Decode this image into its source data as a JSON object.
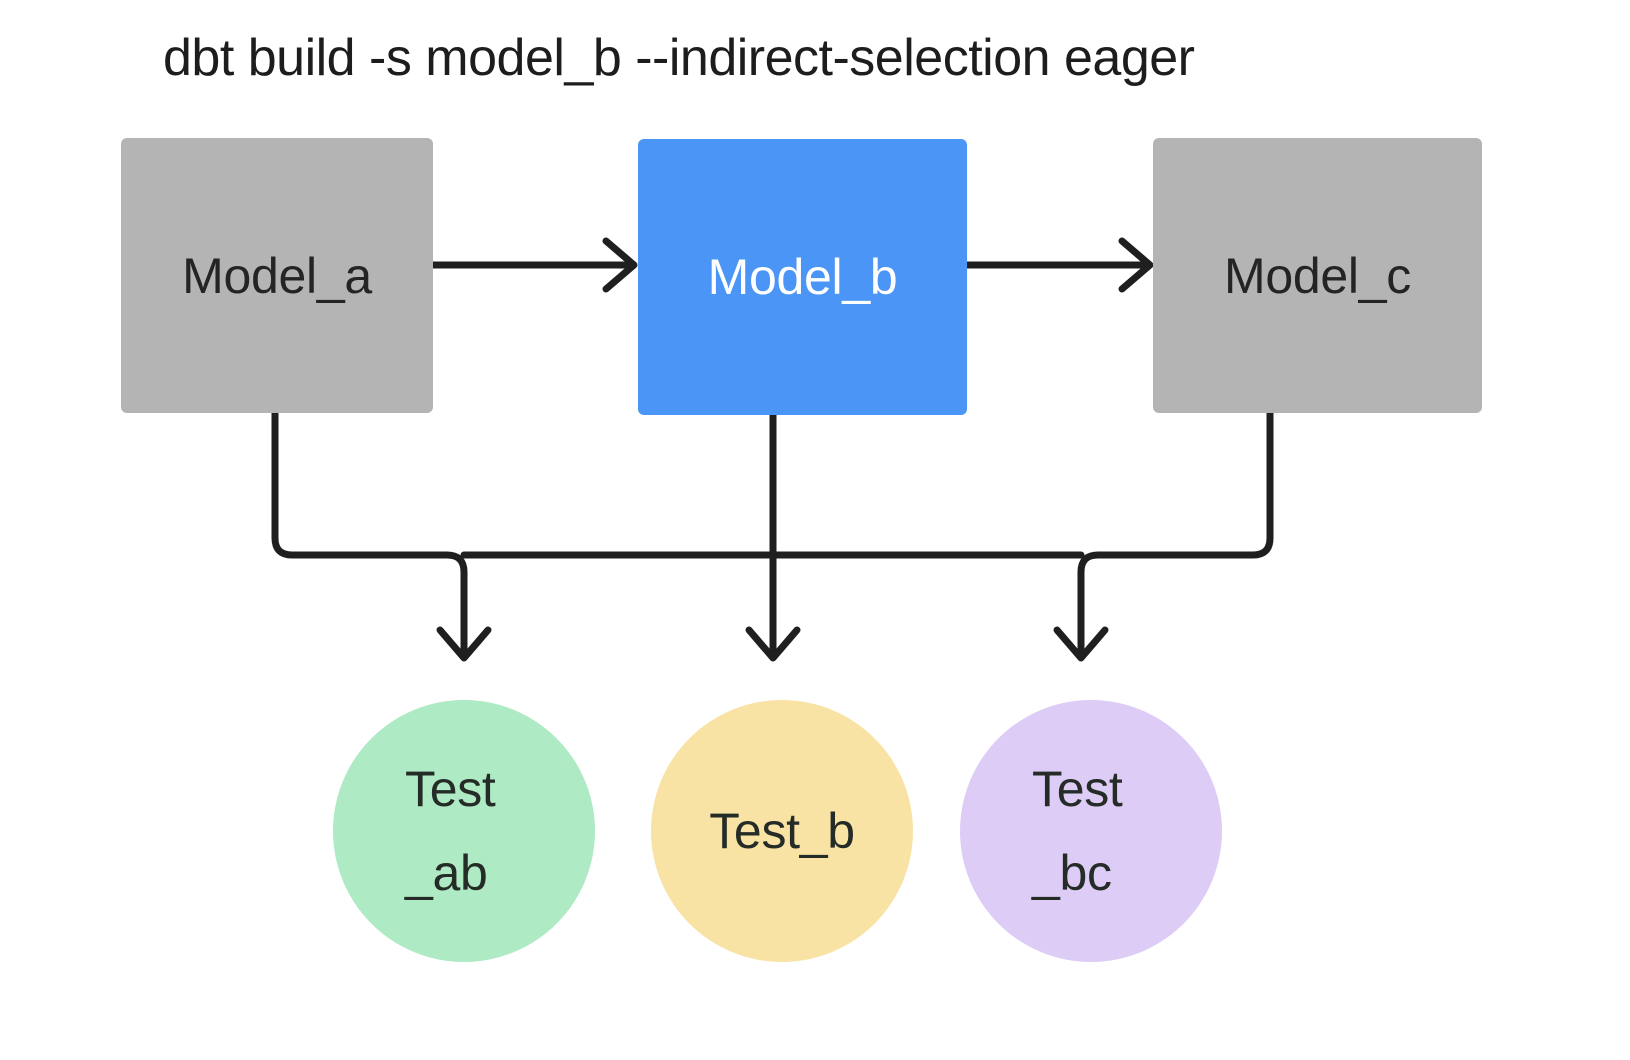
{
  "title": "dbt build -s model_b --indirect-selection eager",
  "colors": {
    "background": "#ffffff",
    "title_text": "#1d1d1d",
    "edge": "#1f1f1f",
    "model_default_fill": "#b4b4b4",
    "model_selected_fill": "#4a95f5",
    "model_default_text": "#242424",
    "model_selected_text": "#ffffff",
    "test_ab_fill": "#aeeac4",
    "test_b_fill": "#f8e3a4",
    "test_bc_fill": "#ddccf5",
    "test_text": "#252b26"
  },
  "models": [
    {
      "id": "model-a",
      "label": "Model_a",
      "selected": false
    },
    {
      "id": "model-b",
      "label": "Model_b",
      "selected": true
    },
    {
      "id": "model-c",
      "label": "Model_c",
      "selected": false
    }
  ],
  "tests": [
    {
      "id": "test-ab",
      "line1": "Test",
      "line2": "_ab",
      "single": ""
    },
    {
      "id": "test-b",
      "line1": "Test_b",
      "line2": "",
      "single": "Test_b"
    },
    {
      "id": "test-bc",
      "line1": "Test",
      "line2": "_bc",
      "single": ""
    }
  ],
  "edges": [
    {
      "from": "model-a",
      "to": "model-b",
      "kind": "horizontal-arrow"
    },
    {
      "from": "model-b",
      "to": "model-c",
      "kind": "horizontal-arrow"
    },
    {
      "from": "model-a",
      "to": "test-ab",
      "kind": "elbow-arrow"
    },
    {
      "from": "model-b",
      "to": "test-b",
      "kind": "straight-arrow"
    },
    {
      "from": "model-c",
      "to": "test-bc",
      "kind": "elbow-arrow"
    }
  ]
}
